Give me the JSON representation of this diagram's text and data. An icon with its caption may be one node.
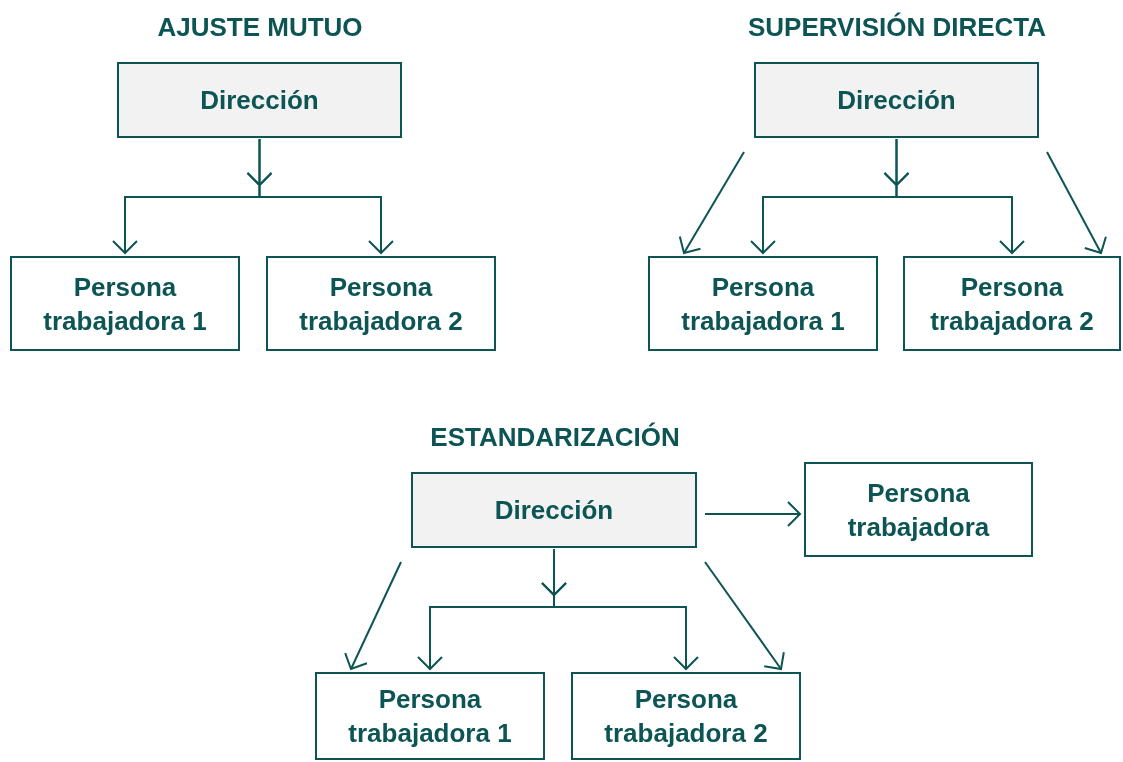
{
  "diagram": {
    "nodes": [
      {
        "text": [
          "Dirección"
        ]
      },
      {
        "text": [
          "Persona trabajadora 1"
        ]
      },
      {
        "text": [
          "Persona trabajadora 2"
        ]
      },
      {
        "text": [
          "Dirección"
        ]
      },
      {
        "text": [
          "Persona trabajadora 1"
        ]
      },
      {
        "text": [
          "Persona trabajadora 2"
        ]
      },
      {
        "text": [
          "Dirección"
        ]
      },
      {
        "text": [
          "Persona trabajadora"
        ]
      },
      {
        "text": [
          "Persona trabajadora 1"
        ]
      },
      {
        "text": [
          "Persona trabajadora 2"
        ]
      }
    ],
    "edges": [
      {
        "from": 0,
        "to": 1,
        "arrow": "to"
      },
      {
        "from": 0,
        "to": 2,
        "arrow": "to"
      },
      {
        "from": 3,
        "to": 4,
        "arrow": "to"
      },
      {
        "from": 3,
        "to": 5,
        "arrow": "to"
      },
      {
        "from": 3,
        "to": 4,
        "arrow": "to"
      },
      {
        "from": 3,
        "to": 5,
        "arrow": "to"
      },
      {
        "from": 6,
        "to": 7,
        "arrow": "to"
      },
      {
        "from": 6,
        "to": 8,
        "arrow": "to"
      },
      {
        "from": 6,
        "to": 9,
        "arrow": "to"
      },
      {
        "from": 6,
        "to": 8,
        "arrow": "to"
      },
      {
        "from": 6,
        "to": 9,
        "arrow": "to"
      }
    ],
    "labels": [
      "AJUSTE MUTUO",
      "SUPERVISIÓN DIRECTA",
      "ESTANDARIZACIÓN"
    ]
  }
}
